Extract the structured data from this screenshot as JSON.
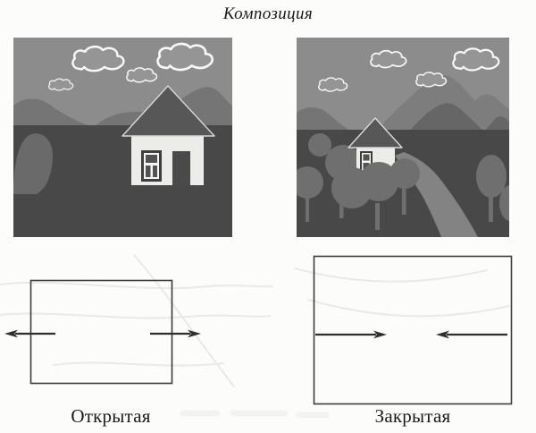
{
  "title": "Композиция",
  "panels": [
    {
      "id": "open",
      "caption": "Открытая",
      "arrows": "outward"
    },
    {
      "id": "closed",
      "caption": "Закрытая",
      "arrows": "inward"
    }
  ],
  "colors": {
    "paper": "#fcfcfa",
    "text": "#1a1a1a",
    "ghost": "#e9e9e7",
    "sky": "#8c8c8c",
    "sky_light": "#959595",
    "mountain": "#757575",
    "mountain_light": "#7d7d7d",
    "mountain_dark": "#666666",
    "ground": "#484848",
    "bush": "#6a6a6a",
    "tree": "#6f6f6f",
    "trail": "#838383",
    "cloud_outline": "#f8f8f8",
    "wall": "#ececea",
    "wall_bright": "#f5f5f3",
    "roof": "#575757",
    "roof_edge": "#d9d9d9",
    "frame": "#3e3e3e",
    "pane": "#525252",
    "door": "#4a4a4a",
    "arrow": "#2f2f2f",
    "box_border": "#3c3c3c"
  }
}
